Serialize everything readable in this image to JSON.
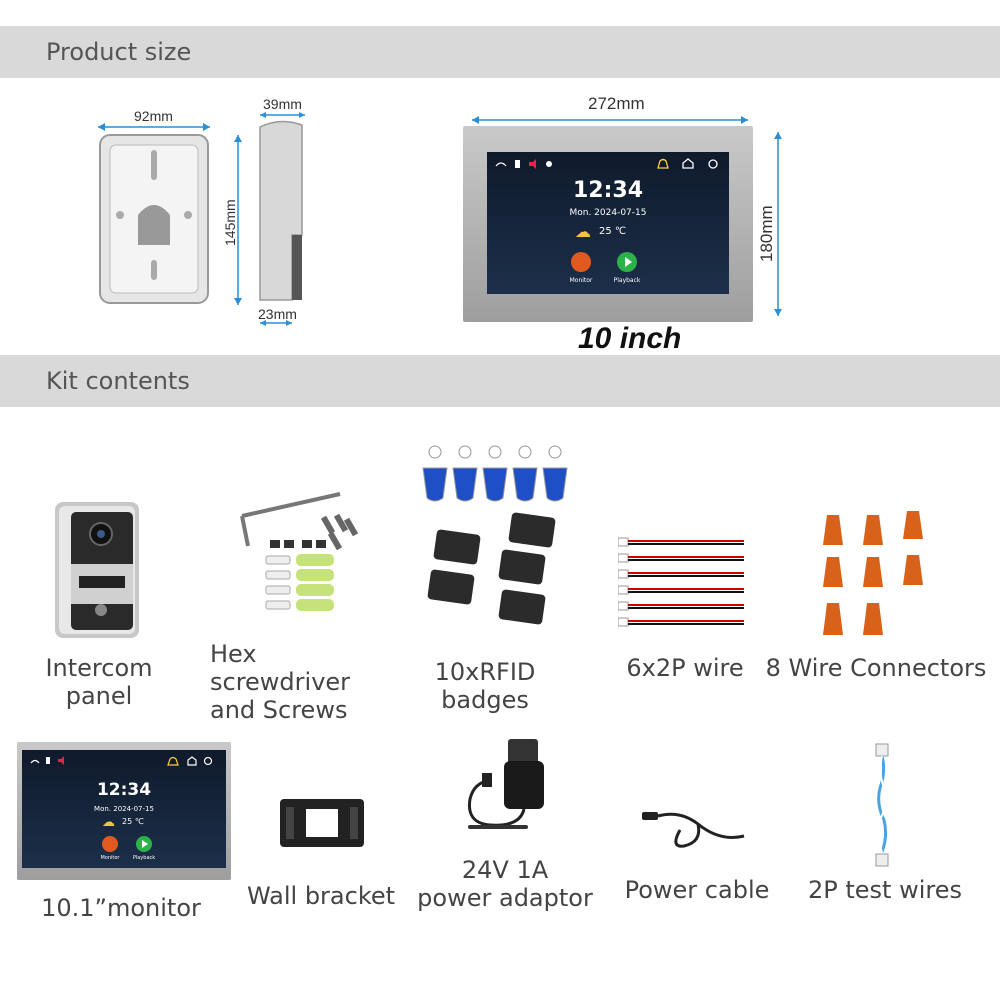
{
  "sections": {
    "product_size": "Product size",
    "kit_contents": "Kit contents"
  },
  "dimensions": {
    "bracket_width": "92mm",
    "bracket_height": "145mm",
    "panel_depth_top": "39mm",
    "panel_depth_bottom": "23mm",
    "monitor_width": "272mm",
    "monitor_height": "180mm",
    "monitor_size": "10 inch"
  },
  "monitor_screen": {
    "time": "12:34",
    "date": "Mon. 2024-07-15",
    "temperature": "25 ℃",
    "monitor_label": "Monitor",
    "playback_label": "Playback"
  },
  "kit_items": [
    "Intercom panel",
    "Hex screwdriver\nand Screws",
    "10xRFID badges",
    "6x2P wire",
    "8 Wire Connectors",
    "10.1”monitor",
    "Wall bracket",
    "24V 1A\npower adaptor",
    "Power cable",
    "2P test wires"
  ],
  "colors": {
    "section_bg": "#d9d9d9",
    "dimension_arrow": "#2a8fd6",
    "screen_bg": "#14243a",
    "monitor_button": "#e05a1f",
    "playback_button": "#2bb34a",
    "rfid_blue": "#1f4fc4",
    "connector_orange": "#d9621a"
  }
}
